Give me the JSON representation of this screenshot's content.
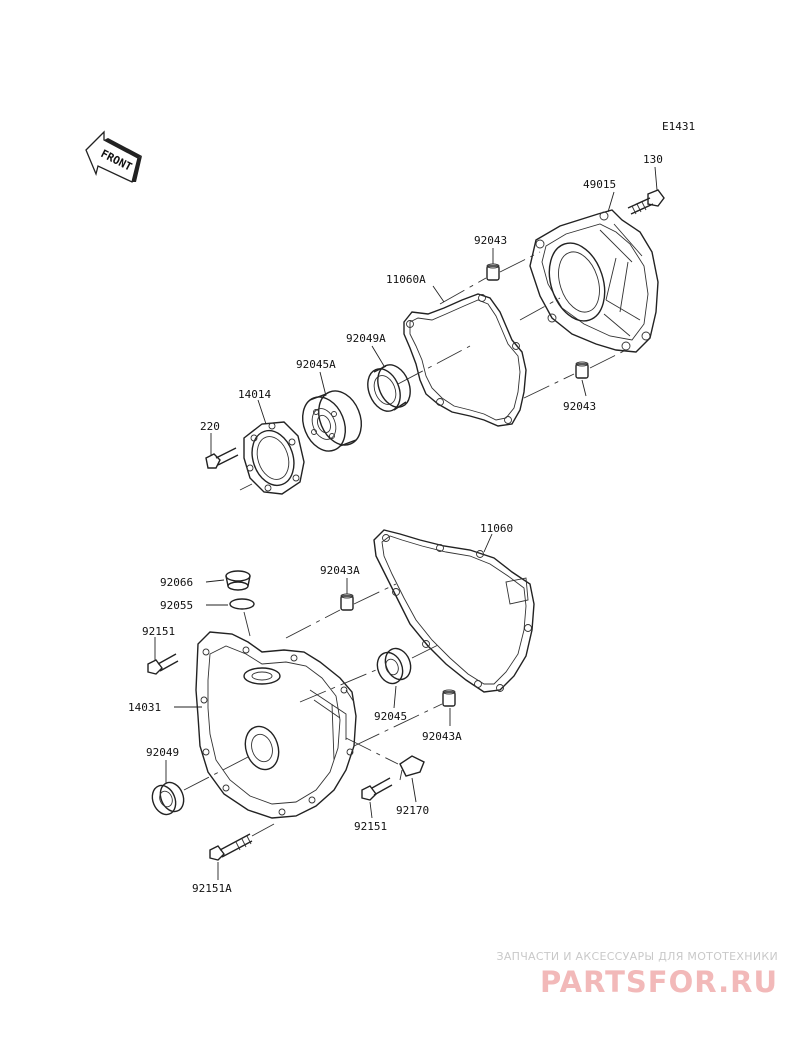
{
  "diagram_code": "E1431",
  "front_label": "FRONT",
  "labels": {
    "p130": "130",
    "p49015": "49015",
    "p92043_top": "92043",
    "p11060A": "11060A",
    "p92049A": "92049A",
    "p92045A": "92045A",
    "p14014": "14014",
    "p220": "220",
    "p92043_right": "92043",
    "p11060": "11060",
    "p92043A_top": "92043A",
    "p92066": "92066",
    "p92055": "92055",
    "p92151_left": "92151",
    "p14031": "14031",
    "p92045": "92045",
    "p92043A_bottom": "92043A",
    "p92049": "92049",
    "p92170": "92170",
    "p92151_bottom": "92151",
    "p92151A": "92151A"
  },
  "watermark": {
    "subtitle": "ЗАПЧАСТИ И АКСЕССУАРЫ ДЛЯ МОТОТЕХНИКИ",
    "logo": "PARTSFOR.RU"
  }
}
